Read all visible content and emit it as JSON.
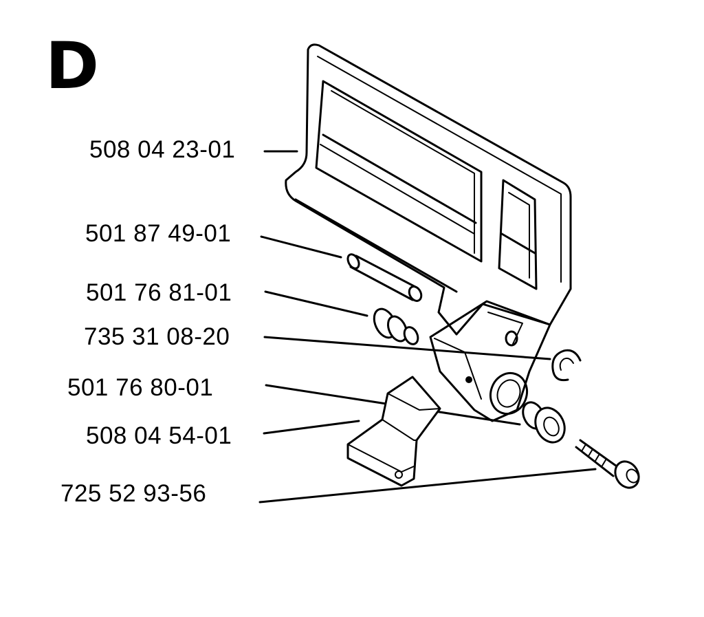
{
  "section": {
    "letter": "D"
  },
  "parts": [
    {
      "number": "508 04 23-01",
      "part": "chain-guard-plate"
    },
    {
      "number": "501 87 49-01",
      "part": "pin"
    },
    {
      "number": "501 76 81-01",
      "part": "spring-bushing"
    },
    {
      "number": "735 31 08-20",
      "part": "circlip"
    },
    {
      "number": "501 76 80-01",
      "part": "bushing"
    },
    {
      "number": "508 04 54-01",
      "part": "hand-guard-lever"
    },
    {
      "number": "725 52 93-56",
      "part": "screw"
    }
  ]
}
